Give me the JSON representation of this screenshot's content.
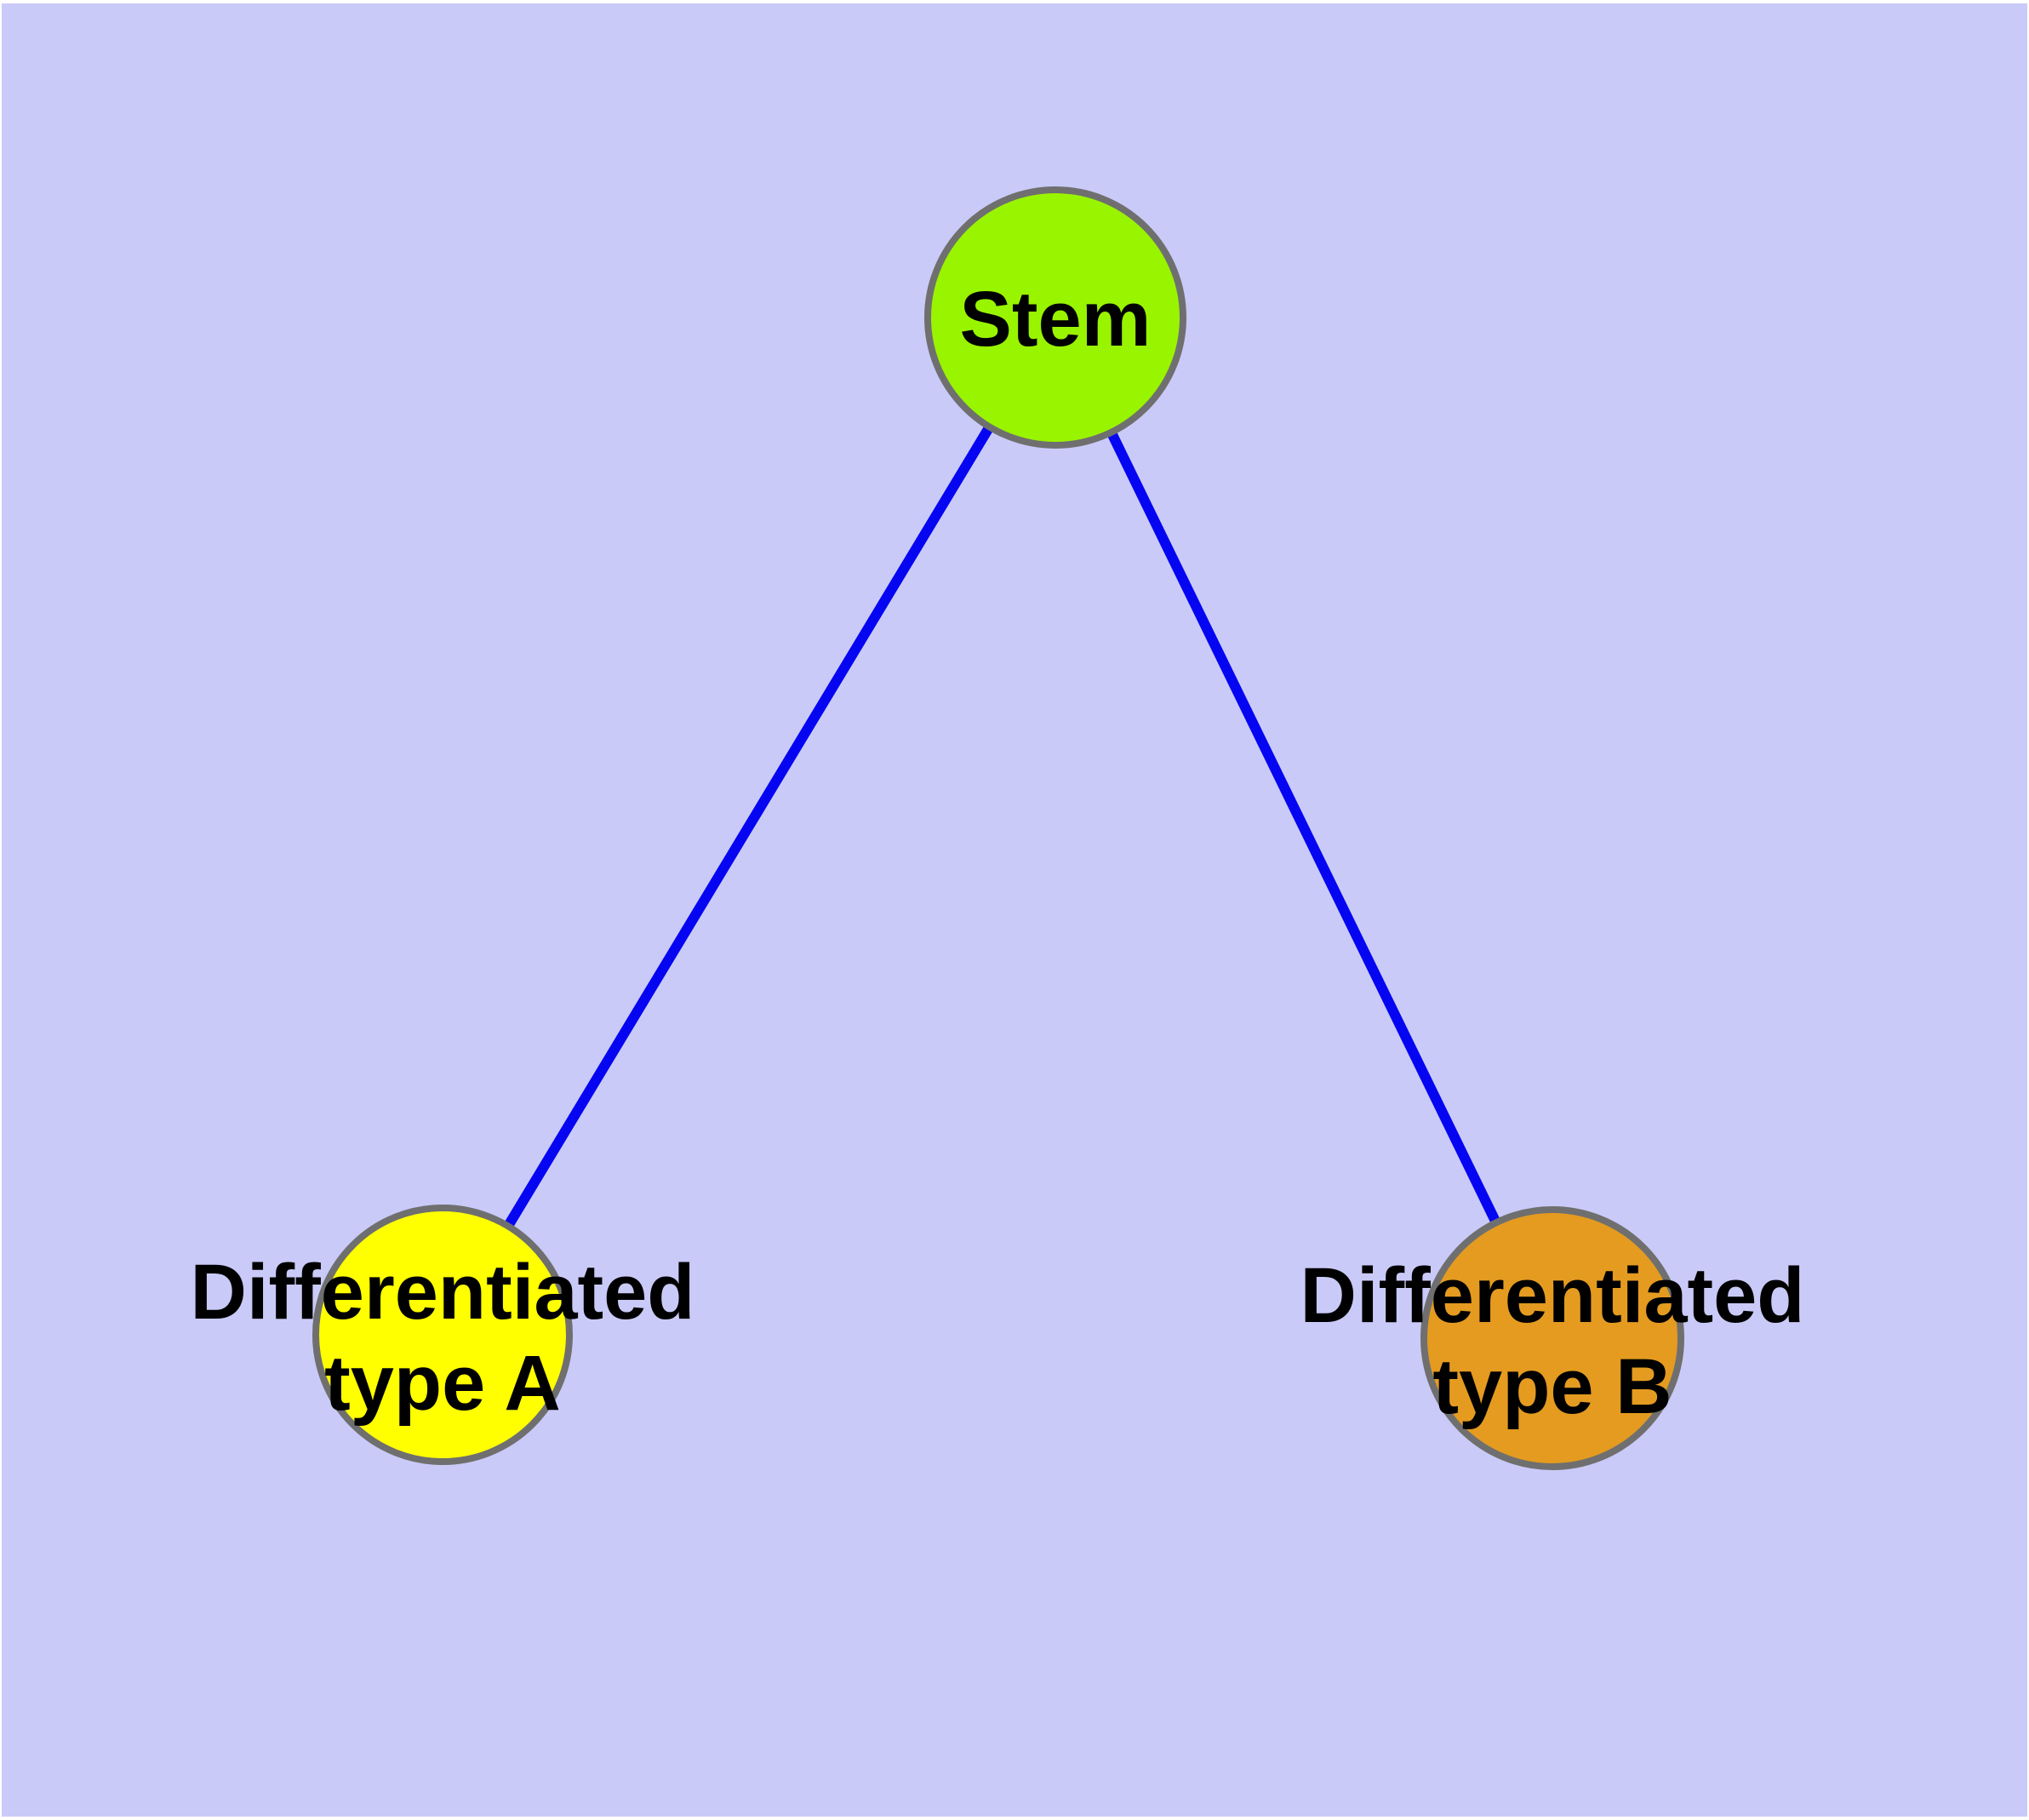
{
  "diagram": {
    "description": "Stem cell differentiation graph",
    "background_color": "#cacaf8",
    "frame_color": "#ffffff",
    "edge_color": "#0505f2",
    "node_outline_color": "#6f6f6f",
    "label_color": "#000000",
    "nodes": [
      {
        "id": "stem",
        "label": "Stem",
        "fill": "#99f400"
      },
      {
        "id": "differentiated-type-a",
        "label": "Differentiated type A",
        "lines": [
          "Differentiated",
          "type A"
        ],
        "fill": "#ffff00"
      },
      {
        "id": "differentiated-type-b",
        "label": "Differentiated type B",
        "lines": [
          "Differentiated",
          "type B"
        ],
        "fill": "#e49b20"
      }
    ],
    "edges": [
      {
        "from": "stem",
        "to": "differentiated-type-a"
      },
      {
        "from": "stem",
        "to": "differentiated-type-b"
      }
    ]
  }
}
